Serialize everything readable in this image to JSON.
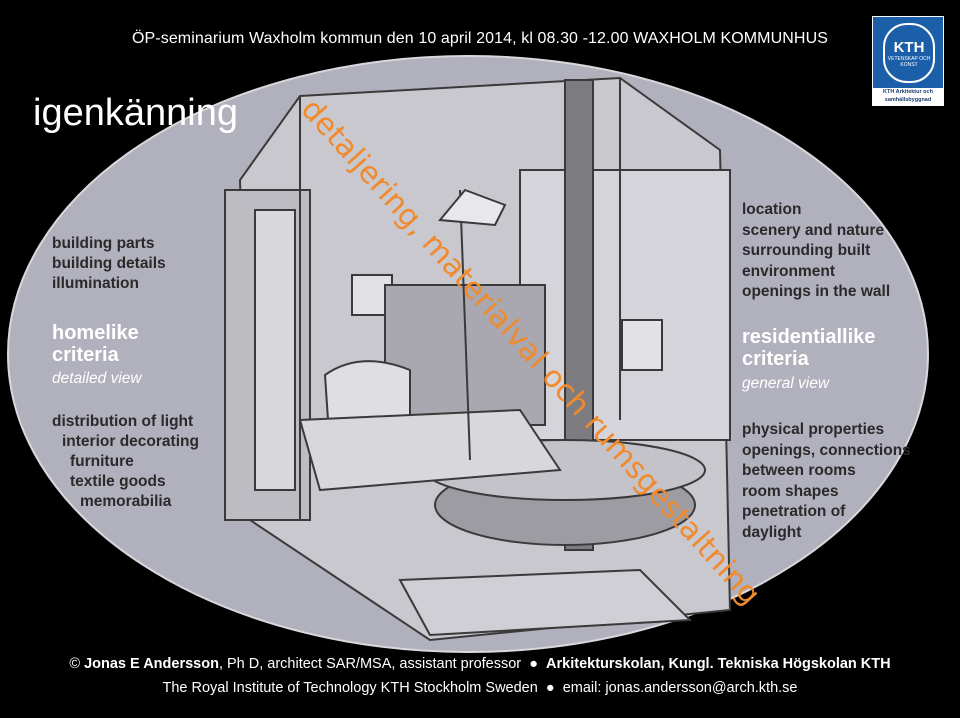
{
  "header": {
    "seminar": "ÖP-seminarium Waxholm kommun  den 10 april 2014, kl 08.30 -12.00 WAXHOLM KOMMUNHUS"
  },
  "title": "igenkänning",
  "logo": {
    "text": "KTH",
    "subtext": "VETENSKAP OCH KONST",
    "bar_text": "KTH Arkitektur och samhällsbyggnad"
  },
  "diagonal": "detaljering, materialval och rumsgestaltning",
  "left": {
    "items_top": [
      "building parts",
      "building details",
      "illumination"
    ],
    "criteria_line1": "homelike",
    "criteria_line2": "criteria",
    "view": "detailed view",
    "items_bottom": [
      "distribution of light",
      "interior decorating",
      "furniture",
      "textile goods",
      "memorabilia"
    ]
  },
  "right": {
    "items_top": [
      "location",
      "scenery and nature",
      "surrounding built",
      "environment",
      "openings in the wall"
    ],
    "criteria_line1": "residentiallike",
    "criteria_line2": "criteria",
    "view": "general view",
    "items_bottom": [
      "physical properties",
      "openings, connections",
      "between rooms",
      "room shapes",
      "penetration of",
      "daylight"
    ]
  },
  "footer": {
    "copyright": "©",
    "author": "Jonas E Andersson",
    "degree": ", Ph D, architect SAR/MSA, assistant professor",
    "bullet": "●",
    "school": "Arkitekturskolan,  Kungl. Tekniska Högskolan KTH",
    "institute": "The Royal Institute of Technology KTH Stockholm Sweden",
    "email": "email: jonas.andersson@arch.kth.se"
  },
  "colors": {
    "ellipse": "#b1b0bd",
    "accent": "#f08a2c",
    "logo": "#1b5fa8"
  }
}
